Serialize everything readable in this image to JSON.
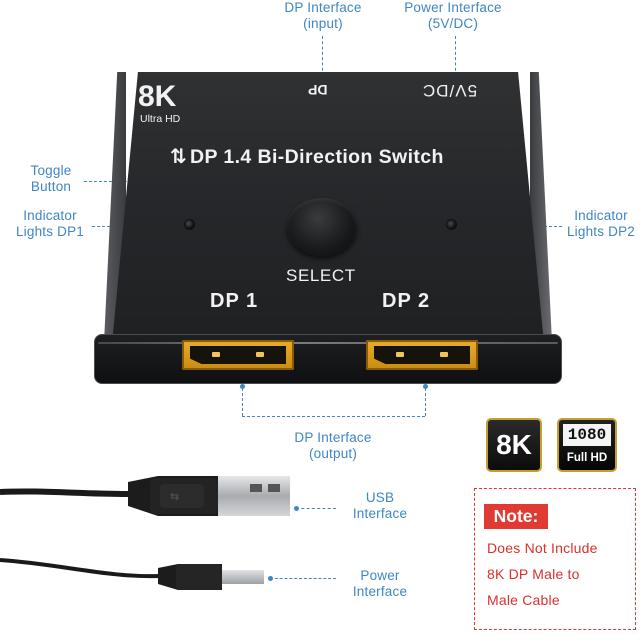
{
  "callouts": {
    "dp_input": [
      "DP Interface",
      "(input)"
    ],
    "power_input": [
      "Power Interface",
      "(5V/DC)"
    ],
    "toggle": [
      "Toggle",
      "Button"
    ],
    "indicator_dp1": [
      "Indicator",
      "Lights DP1"
    ],
    "indicator_dp2": [
      "Indicator",
      "Lights DP2"
    ],
    "dp_output": [
      "DP Interface",
      "(output)"
    ],
    "usb": [
      "USB",
      "Interface"
    ],
    "power_cable": [
      "Power",
      "Interface"
    ]
  },
  "device": {
    "logo_main": "8K",
    "logo_sub": "Ultra HD",
    "port_dp_label": "DP",
    "port_power_label": "5V/DC",
    "title": "DP 1.4 Bi-Direction Switch",
    "button_label": "SELECT",
    "port1_label": "DP 1",
    "port2_label": "DP 2"
  },
  "badges": {
    "eightk": "8K",
    "hd_number": "1080",
    "hd_sub": "Full HD"
  },
  "note": {
    "tag": "Note:",
    "lines": [
      "Does Not Include",
      "8K DP Male to",
      "Male Cable"
    ]
  },
  "colors": {
    "callout": "#3f86c4",
    "note_red": "#e03a33",
    "port_gold": "#e9ad2b",
    "device_black": "#1f2022"
  }
}
